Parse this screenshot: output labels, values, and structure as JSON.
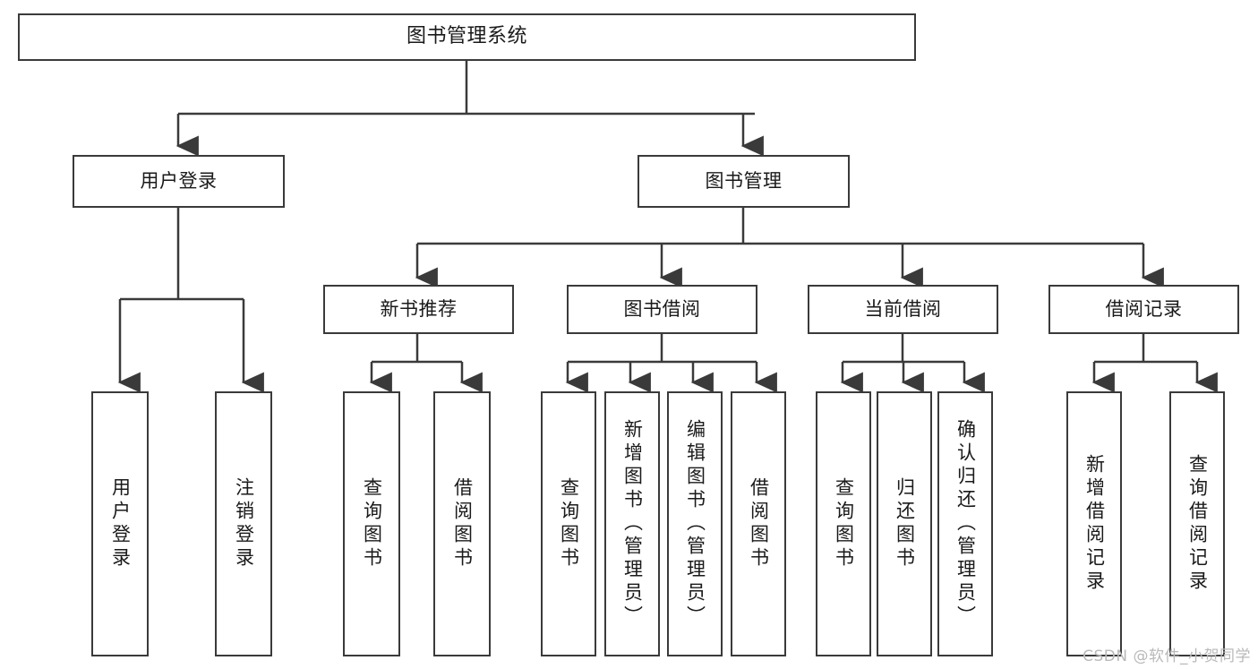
{
  "diagram": {
    "type": "tree",
    "title": "图书管理系统",
    "watermark": "CSDN @软件_小贺同学",
    "colors": {
      "stroke": "#3a3a3a",
      "node_fill": "#ffffff",
      "text": "#1a1a1a",
      "background": "#ffffff",
      "watermark": "#b9b9b9"
    },
    "root": {
      "label": "图书管理系统"
    },
    "level1": [
      {
        "label": "用户登录"
      },
      {
        "label": "图书管理"
      }
    ],
    "level2": [
      {
        "label": "新书推荐"
      },
      {
        "label": "图书借阅"
      },
      {
        "label": "当前借阅"
      },
      {
        "label": "借阅记录"
      }
    ],
    "leaves": {
      "user_login": [
        {
          "label": "用户登录"
        },
        {
          "label": "注销登录"
        }
      ],
      "new_book": [
        {
          "label": "查询图书"
        },
        {
          "label": "借阅图书"
        }
      ],
      "book_borrow": [
        {
          "label": "查询图书"
        },
        {
          "label": "新增图书（管理员）"
        },
        {
          "label": "编辑图书（管理员）"
        },
        {
          "label": "借阅图书"
        }
      ],
      "current_borrow": [
        {
          "label": "查询图书"
        },
        {
          "label": "归还图书"
        },
        {
          "label": "确认归还（管理员）"
        }
      ],
      "borrow_record": [
        {
          "label": "新增借阅记录"
        },
        {
          "label": "查询借阅记录"
        }
      ]
    }
  }
}
